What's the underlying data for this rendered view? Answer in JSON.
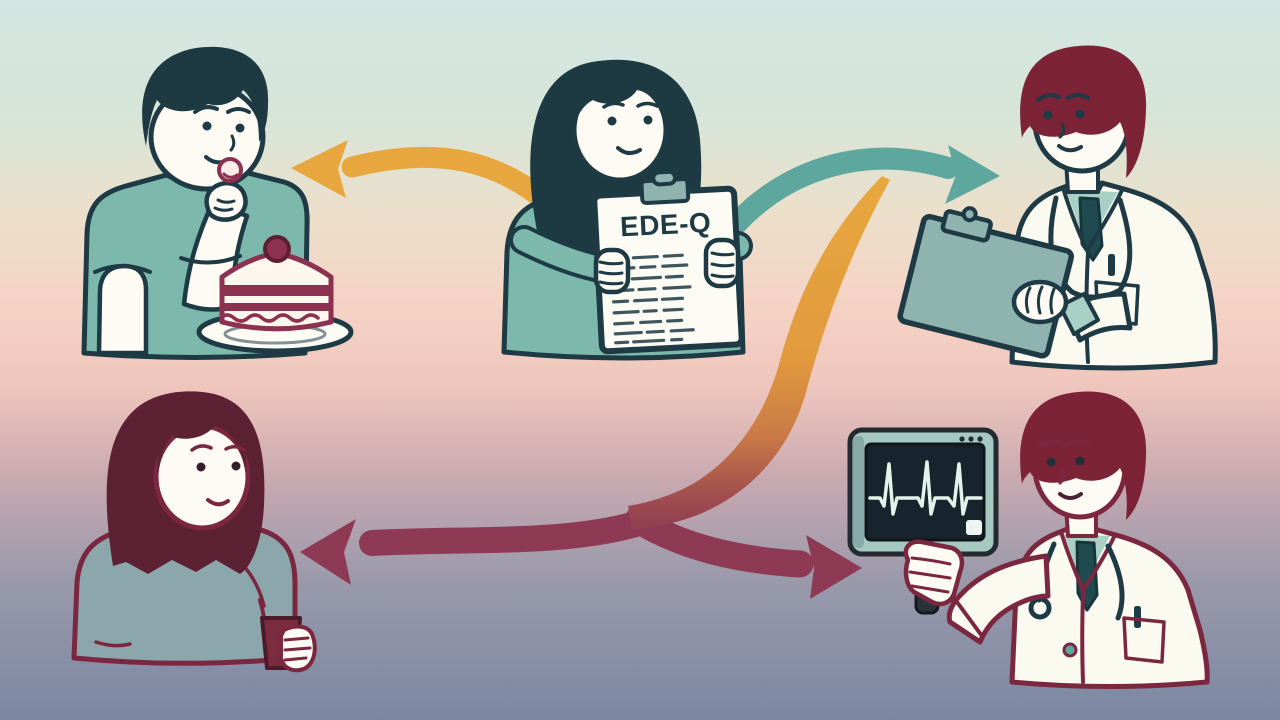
{
  "illustration": {
    "questionnaire_title": "EDE-Q",
    "figures": [
      {
        "name": "person-eating-cake"
      },
      {
        "name": "woman-holding-edeq-questionnaire"
      },
      {
        "name": "doctor-with-clipboard"
      },
      {
        "name": "woman-holding-cup"
      },
      {
        "name": "doctor-with-heart-monitor"
      }
    ],
    "arrows": [
      {
        "name": "arrow-to-person-eating",
        "color": "#e8a73e",
        "direction": "left"
      },
      {
        "name": "arrow-to-doctor-clipboard",
        "color": "#5ea79e",
        "direction": "right"
      },
      {
        "name": "gradient-split-curve",
        "color_top": "#e8a73e",
        "color_bottom": "#8e3a54"
      },
      {
        "name": "arrow-to-woman-with-cup",
        "color": "#8e3a54",
        "direction": "left"
      },
      {
        "name": "arrow-to-heart-monitor",
        "color": "#8e3a54",
        "direction": "right"
      }
    ]
  },
  "palette": {
    "bg_top": "#d2e6e2",
    "bg_mint": "#d7e5d9",
    "bg_cream": "#ecdfca",
    "bg_pink": "#f5d1c4",
    "bg_blush": "#eec5bc",
    "bg_mauve": "#c7a8b0",
    "bg_slate": "#9b9aab",
    "bg_bottom": "#7b87a2",
    "ink_teal": "#1e3a44",
    "ink_maroon": "#7b2740",
    "hair_dark": "#1d3a42",
    "hair_maroon": "#7c2337",
    "hair_maroon_deep": "#5c2132",
    "skin": "#fdfbf3",
    "coat_white": "#fbfaf1",
    "paper": "#fdfcf4",
    "shirt_teal": "#7cb8ab",
    "shirt_light_teal": "#a9d0c5",
    "shirt_gray": "#8ca7ab",
    "board_teal": "#8fb3ae",
    "tie_teal": "#1f4a50",
    "arrow_yellow": "#e8a73e",
    "arrow_teal": "#5ea79e",
    "arrow_maroon": "#8e3a54",
    "cake_maroon": "#8c3150",
    "cake_maroon_deep": "#5e1f32",
    "cup_maroon": "#7c2c3f",
    "monitor_frame": "#a5c8c3",
    "monitor_screen": "#17242d",
    "ecg_line": "#e4f2ea",
    "frame_dark": "#242b30"
  }
}
